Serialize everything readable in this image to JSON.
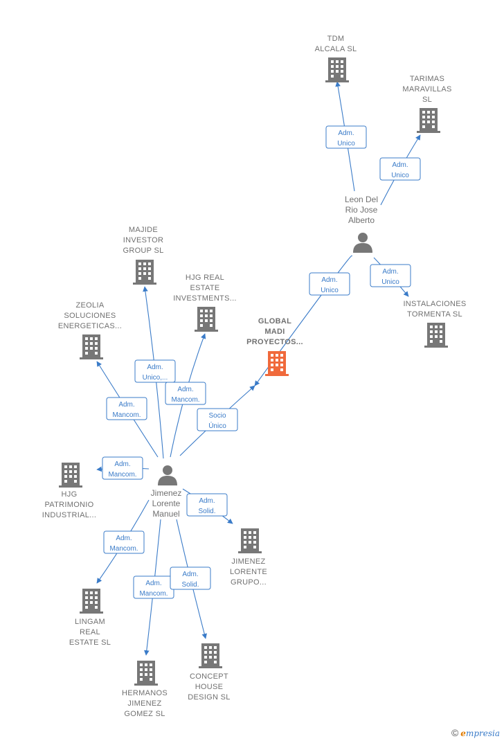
{
  "colors": {
    "edge": "#3a7bc8",
    "building": "#777777",
    "focus_building": "#f06a3c",
    "person": "#777777",
    "label": "#707070"
  },
  "nodes": [
    {
      "id": "tdm",
      "type": "company",
      "lines": [
        "TDM",
        "ALCALA  SL"
      ]
    },
    {
      "id": "tarimas",
      "type": "company",
      "lines": [
        "TARIMAS",
        "MARAVILLAS",
        "SL"
      ]
    },
    {
      "id": "leon",
      "type": "person",
      "lines": [
        "Leon Del",
        "Rio Jose",
        "Alberto"
      ]
    },
    {
      "id": "instalaciones",
      "type": "company",
      "lines": [
        "INSTALACIONES",
        "TORMENTA  SL"
      ]
    },
    {
      "id": "global",
      "type": "company",
      "focus": true,
      "lines": [
        "GLOBAL",
        "MADI",
        "PROYECTOS..."
      ]
    },
    {
      "id": "majide",
      "type": "company",
      "lines": [
        "MAJIDE",
        "INVESTOR",
        "GROUP  SL"
      ]
    },
    {
      "id": "hjgreal",
      "type": "company",
      "lines": [
        "HJG REAL",
        "ESTATE",
        "INVESTMENTS..."
      ]
    },
    {
      "id": "zeolia",
      "type": "company",
      "lines": [
        "ZEOLIA",
        "SOLUCIONES",
        "ENERGETICAS..."
      ]
    },
    {
      "id": "jimenez",
      "type": "person",
      "lines": [
        "Jimenez",
        "Lorente",
        "Manuel"
      ]
    },
    {
      "id": "hjgpat",
      "type": "company",
      "lines": [
        "HJG",
        "PATRIMONIO",
        "INDUSTRIAL..."
      ]
    },
    {
      "id": "jlgrupo",
      "type": "company",
      "lines": [
        "JIMENEZ",
        "LORENTE",
        "GRUPO..."
      ]
    },
    {
      "id": "lingam",
      "type": "company",
      "lines": [
        "LINGAM",
        "REAL",
        "ESTATE  SL"
      ]
    },
    {
      "id": "hermanos",
      "type": "company",
      "lines": [
        "HERMANOS",
        "JIMENEZ",
        "GOMEZ SL"
      ]
    },
    {
      "id": "concept",
      "type": "company",
      "lines": [
        "CONCEPT",
        "HOUSE",
        "DESIGN  SL"
      ]
    }
  ],
  "edges": [
    {
      "from": "leon",
      "to": "tdm",
      "role": [
        "Adm.",
        "Unico"
      ]
    },
    {
      "from": "leon",
      "to": "tarimas",
      "role": [
        "Adm.",
        "Unico"
      ]
    },
    {
      "from": "leon",
      "to": "global",
      "role": [
        "Adm.",
        "Unico"
      ]
    },
    {
      "from": "leon",
      "to": "instalaciones",
      "role": [
        "Adm.",
        "Unico"
      ]
    },
    {
      "from": "jimenez",
      "to": "majide",
      "role": [
        "Adm.",
        "Unico,..."
      ]
    },
    {
      "from": "jimenez",
      "to": "hjgreal",
      "role": [
        "Adm.",
        "Mancom."
      ]
    },
    {
      "from": "jimenez",
      "to": "zeolia",
      "role": [
        "Adm.",
        "Mancom."
      ]
    },
    {
      "from": "jimenez",
      "to": "global",
      "role": [
        "Socio",
        "Único"
      ]
    },
    {
      "from": "jimenez",
      "to": "hjgpat",
      "role": [
        "Adm.",
        "Mancom."
      ]
    },
    {
      "from": "jimenez",
      "to": "jlgrupo",
      "role": [
        "Adm.",
        "Solid."
      ]
    },
    {
      "from": "jimenez",
      "to": "lingam",
      "role": [
        "Adm.",
        "Mancom."
      ]
    },
    {
      "from": "jimenez",
      "to": "hermanos",
      "role": [
        "Adm.",
        "Mancom."
      ]
    },
    {
      "from": "jimenez",
      "to": "concept",
      "role": [
        "Adm.",
        "Solid."
      ]
    }
  ],
  "brand": {
    "copyright": "©",
    "initial": "e",
    "rest": "mpresia"
  }
}
